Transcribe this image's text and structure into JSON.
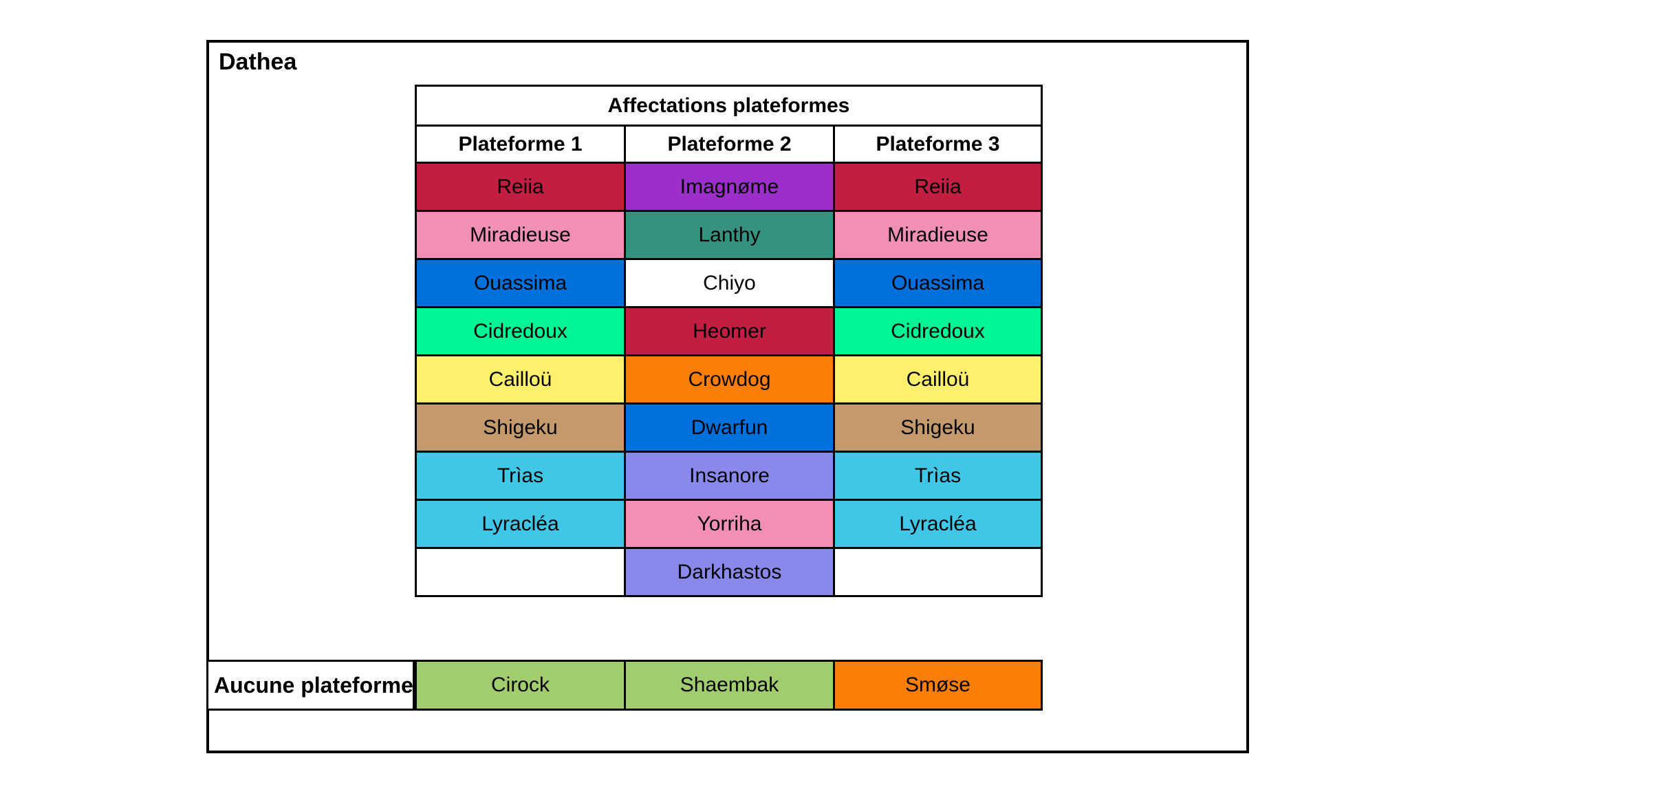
{
  "frame": {
    "title": "Dathea"
  },
  "table": {
    "title": "Affectations plateformes",
    "columns": [
      "Plateforme 1",
      "Plateforme 2",
      "Plateforme 3"
    ],
    "rows": [
      [
        {
          "label": "Reiia",
          "color": "#C21E42"
        },
        {
          "label": "Imagnøme",
          "color": "#9C2FC9"
        },
        {
          "label": "Reiia",
          "color": "#C21E42"
        }
      ],
      [
        {
          "label": "Miradieuse",
          "color": "#F18FB6"
        },
        {
          "label": "Lanthy",
          "color": "#359180"
        },
        {
          "label": "Miradieuse",
          "color": "#F18FB6"
        }
      ],
      [
        {
          "label": "Ouassima",
          "color": "#0070DC"
        },
        {
          "label": "Chiyo",
          "color": "#FFFFFF"
        },
        {
          "label": "Ouassima",
          "color": "#0070DC"
        }
      ],
      [
        {
          "label": "Cidredoux",
          "color": "#00F694"
        },
        {
          "label": "Heomer",
          "color": "#C21E42"
        },
        {
          "label": "Cidredoux",
          "color": "#00F694"
        }
      ],
      [
        {
          "label": "Cailloü",
          "color": "#FEF06C"
        },
        {
          "label": "Crowdog",
          "color": "#FB7E08"
        },
        {
          "label": "Cailloü",
          "color": "#FEF06C"
        }
      ],
      [
        {
          "label": "Shigeku",
          "color": "#C49A6C"
        },
        {
          "label": "Dwarfun",
          "color": "#0070DC"
        },
        {
          "label": "Shigeku",
          "color": "#C49A6C"
        }
      ],
      [
        {
          "label": "Trìas",
          "color": "#40C7E8"
        },
        {
          "label": "Insanore",
          "color": "#8889EB"
        },
        {
          "label": "Trìas",
          "color": "#40C7E8"
        }
      ],
      [
        {
          "label": "Lyracléa",
          "color": "#40C7E8"
        },
        {
          "label": "Yorriha",
          "color": "#F18FB6"
        },
        {
          "label": "Lyracléa",
          "color": "#40C7E8"
        }
      ],
      [
        {
          "label": "",
          "color": "#FFFFFF"
        },
        {
          "label": "Darkhastos",
          "color": "#8889EB"
        },
        {
          "label": "",
          "color": "#FFFFFF"
        }
      ]
    ]
  },
  "bottom": {
    "label": "Aucune plateforme",
    "cells": [
      {
        "label": "Cirock",
        "color": "#A2CD6F"
      },
      {
        "label": "Shaembak",
        "color": "#A2CD6F"
      },
      {
        "label": "Smøse",
        "color": "#FB7E08"
      }
    ]
  }
}
